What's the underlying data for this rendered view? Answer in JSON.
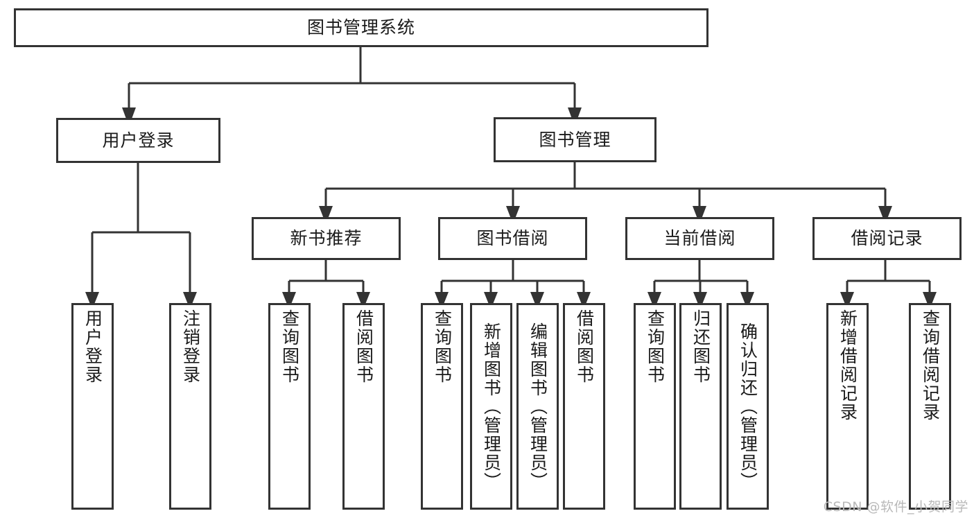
{
  "diagram": {
    "title": "图书管理系统",
    "type": "hierarchy-tree",
    "watermark": "CSDN @软件_小贺同学",
    "colors": {
      "stroke": "#333333",
      "fill": "#ffffff",
      "text": "#1a1a1a",
      "watermark": "#b9b9b9"
    },
    "levels": {
      "root": {
        "label": "图书管理系统"
      },
      "level2": [
        {
          "label": "用户登录"
        },
        {
          "label": "图书管理"
        }
      ],
      "level3": [
        {
          "label": "新书推荐"
        },
        {
          "label": "图书借阅"
        },
        {
          "label": "当前借阅"
        },
        {
          "label": "借阅记录"
        }
      ],
      "leaves": {
        "user_login": [
          {
            "label": "用户登录"
          },
          {
            "label": "注销登录"
          }
        ],
        "new_book_recommend": [
          {
            "label": "查询图书"
          },
          {
            "label": "借阅图书"
          }
        ],
        "book_borrow": [
          {
            "label": "查询图书"
          },
          {
            "label": "新增图书（管理员）"
          },
          {
            "label": "编辑图书（管理员）"
          },
          {
            "label": "借阅图书"
          }
        ],
        "current_borrow": [
          {
            "label": "查询图书"
          },
          {
            "label": "归还图书"
          },
          {
            "label": "确认归还（管理员）"
          }
        ],
        "borrow_record": [
          {
            "label": "新增借阅记录"
          },
          {
            "label": "查询借阅记录"
          }
        ]
      }
    }
  }
}
